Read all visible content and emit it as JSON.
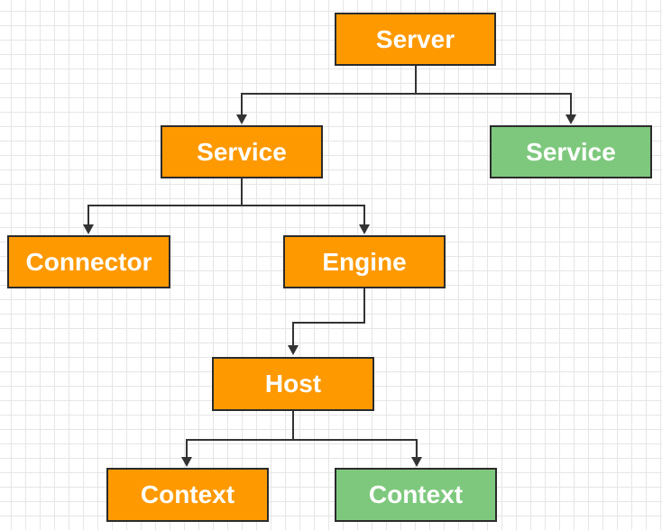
{
  "colors": {
    "primary_fill": "#ff9900",
    "secondary_fill": "#7ec87e",
    "line": "#333333"
  },
  "nodes": [
    {
      "id": "server",
      "label": "Server",
      "color": "primary_fill"
    },
    {
      "id": "service-1",
      "label": "Service",
      "color": "primary_fill"
    },
    {
      "id": "service-2",
      "label": "Service",
      "color": "secondary_fill"
    },
    {
      "id": "connector",
      "label": "Connector",
      "color": "primary_fill"
    },
    {
      "id": "engine",
      "label": "Engine",
      "color": "primary_fill"
    },
    {
      "id": "host",
      "label": "Host",
      "color": "primary_fill"
    },
    {
      "id": "context-1",
      "label": "Context",
      "color": "primary_fill"
    },
    {
      "id": "context-2",
      "label": "Context",
      "color": "secondary_fill"
    }
  ],
  "edges": [
    {
      "from": "server",
      "to": "service-1"
    },
    {
      "from": "server",
      "to": "service-2"
    },
    {
      "from": "service-1",
      "to": "connector"
    },
    {
      "from": "service-1",
      "to": "engine"
    },
    {
      "from": "engine",
      "to": "host"
    },
    {
      "from": "host",
      "to": "context-1"
    },
    {
      "from": "host",
      "to": "context-2"
    }
  ]
}
